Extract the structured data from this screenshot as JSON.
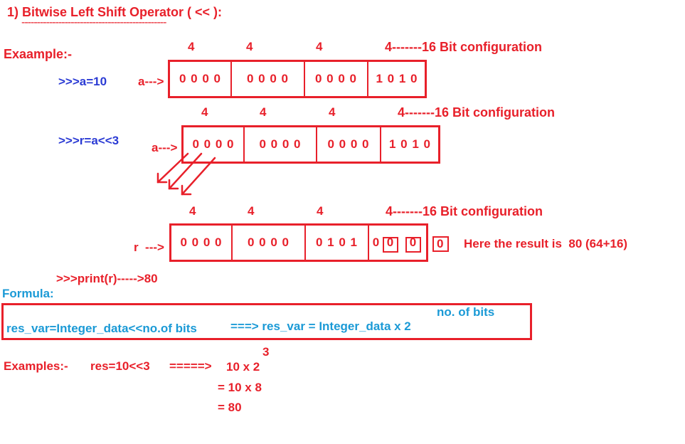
{
  "title": "1) Bitwise Left Shift Operator ( << ):",
  "title_underline": "-----------------------------------------------",
  "example_label": "Exaample:-",
  "section1": {
    "code": ">>>a=10",
    "pointer": "a--->",
    "nibble_labels": [
      "4",
      "4",
      "4",
      "4-------16 Bit configuration"
    ],
    "cells": [
      "0 0 0  0",
      "0  0  0  0",
      "0  0  0  0",
      "1 0 1 0"
    ]
  },
  "section2": {
    "code": ">>>r=a<<3",
    "pointer": "a--->",
    "nibble_labels": [
      "4",
      "4",
      "4",
      "4-------16 Bit configuration"
    ],
    "cells": [
      "0 0 0  0",
      "0  0  0  0",
      "0  0  0  0",
      "1 0 1 0"
    ]
  },
  "section3": {
    "pointer": "r  --->",
    "nibble_labels": [
      "4",
      "4",
      "4",
      "4-------16 Bit configuration"
    ],
    "cells": [
      "0 0 0 0",
      "0  0  0  0",
      "0  1 0  1",
      "0",
      "0",
      "0"
    ],
    "extra_bit": "0",
    "result_text": "Here the result is  80 (64+16)"
  },
  "print_line": ">>>print(r)----->80",
  "formula_label": "Formula:",
  "formula": {
    "left": "res_var=Integer_data<<no.of bits",
    "right": "===> res_var = Integer_data x 2",
    "superscript": "no. of bits"
  },
  "examples": {
    "label": "Examples:-",
    "expr": "res=10<<3",
    "arrow": "=====>",
    "step1": "10 x 2",
    "step1_exp": "3",
    "step2": "= 10 x 8",
    "step3": "= 80"
  },
  "colors": {
    "red": "#e8202a",
    "blue": "#2b3bd4",
    "cyan": "#1b9ad6"
  }
}
